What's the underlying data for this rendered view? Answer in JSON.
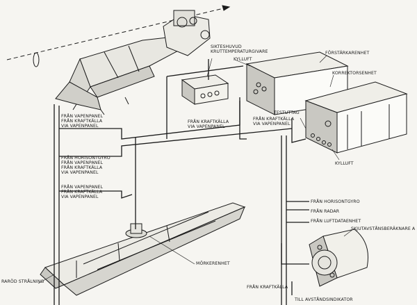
{
  "labels": {
    "sikteshuvud": [
      "SIKTESHUVUD",
      "KRUTTEMPERATURGIVARE"
    ],
    "kylluft_top": "KYLLUFT",
    "forstarkarenhet": "FÖRSTÄRKARENHET",
    "korrektorsenhet": "KORREKTORSENHET",
    "testuttag": "TESTUTTAG",
    "kylluft_bottom": "KYLLUFT",
    "vapenpanel_1": [
      "FRÅN VAPENPANEL",
      "FRÅN KRAFTKÄLLA",
      "VIA VAPENPANEL"
    ],
    "kraftkalla_mid": [
      "FRÅN KRAFTKÄLLA",
      "VIA VAPENPANEL"
    ],
    "kraftkalla_right": [
      "FRÅN KRAFTKÄLLA",
      "VIA VAPENPANEL"
    ],
    "horisontgyro_group": [
      "FRÅN HORISONTGYRO",
      "FRÅN VAPENPANEL",
      "FRÅN KRAFTKÄLLA",
      "VIA VAPENPANEL"
    ],
    "vapenpanel_2": [
      "FRÅN VAPENPANEL",
      "FRÅN KRAFTKÄLLA",
      "VIA VAPENPANEL"
    ],
    "horisontgyro_right": "FRÅN HORISONTGYRO",
    "radar": "FRÅN RADAR",
    "luftdataenhet": "FRÅN LUFTDATAENHET",
    "skjutavstand": "SKJUTAVSTÅNSBERÄKNARE A",
    "morkerenhet": "MÖRKERENHET",
    "ir_stralning": "RARÖD STRÅLNING",
    "kraftkalla_bottom": "FRÅN KRAFTKÄLLA",
    "avstandsindikator": "TILL AVSTÅNDSINDIKATOR"
  },
  "colors": {
    "ink": "#1a1a1a",
    "paper": "#f6f5f1",
    "box_fill": "#fbfbf8",
    "shade": "#d9d8d2"
  }
}
